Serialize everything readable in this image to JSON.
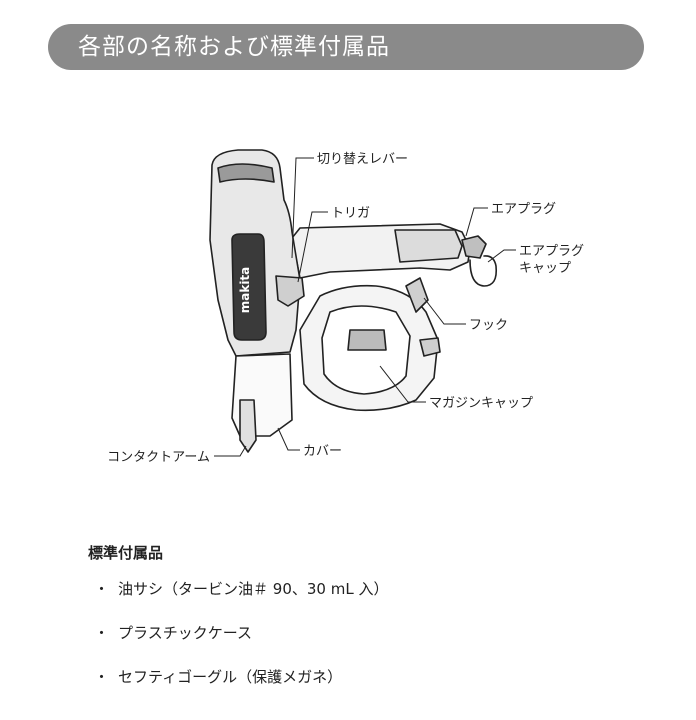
{
  "header": {
    "title": "各部の名称および標準付属品"
  },
  "figure": {
    "labels": {
      "switch_lever": "切り替えレバー",
      "trigger": "トリガ",
      "air_plug": "エアプラグ",
      "air_plug_cap_line1": "エアプラグ",
      "air_plug_cap_line2": "キャップ",
      "hook": "フック",
      "magazine_cap": "マガジンキャップ",
      "contact_arm": "コンタクトアーム",
      "cover": "カバー"
    },
    "brand_logo": "makita"
  },
  "accessories": {
    "title": "標準付属品",
    "bullet": "・",
    "items": [
      "油サシ（タービン油＃ 90、30 mL 入）",
      "プラスチックケース",
      "セフティゴーグル（保護メガネ）"
    ]
  }
}
